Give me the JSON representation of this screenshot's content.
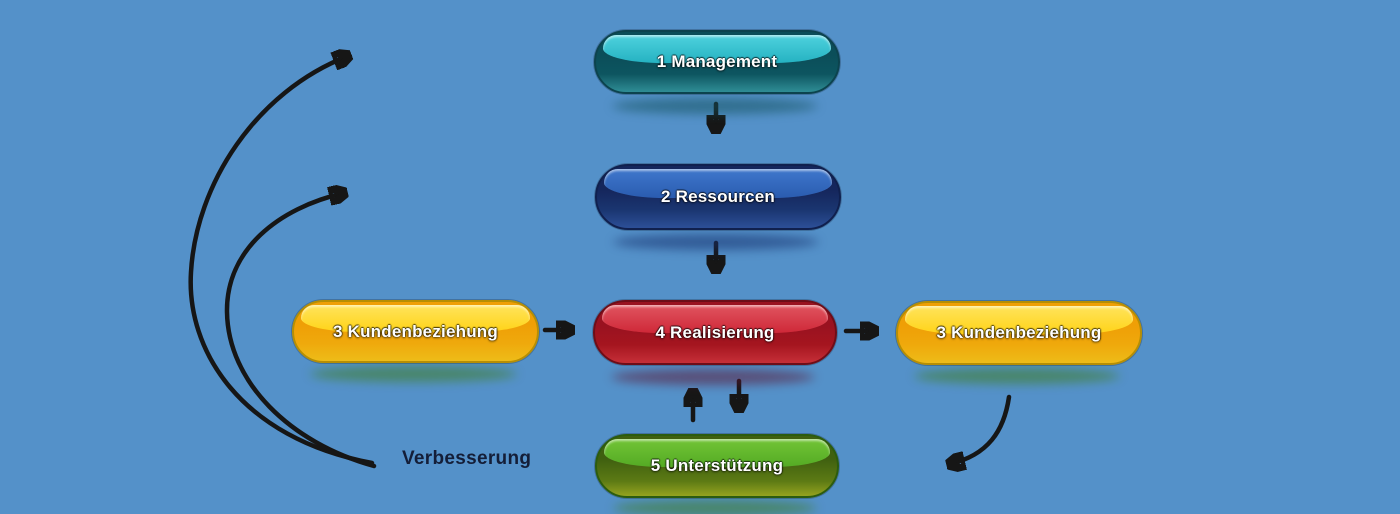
{
  "diagram": {
    "background_color": "#5491C9",
    "arrow_color": "#161616",
    "node_text_color": "#FFFFFF",
    "loop_label": "Verbesserung",
    "loop_label_color": "#141E38",
    "nodes": [
      {
        "id": "management",
        "label": "1 Management",
        "color": "#1FA9BC"
      },
      {
        "id": "ressourcen",
        "label": "2 Ressourcen",
        "color": "#24459B"
      },
      {
        "id": "kundenbeziehung_left",
        "label": "3 Kundenbeziehung",
        "color": "#FFC913"
      },
      {
        "id": "realisierung",
        "label": "4 Realisierung",
        "color": "#C1202E"
      },
      {
        "id": "kundenbeziehung_right",
        "label": "3 Kundenbeziehung",
        "color": "#FFC913"
      },
      {
        "id": "unterstuetzung",
        "label": "5 Unterstützung",
        "color": "#5FB02A"
      }
    ],
    "edges": [
      {
        "from": "management",
        "to": "ressourcen",
        "style": "straight-down"
      },
      {
        "from": "ressourcen",
        "to": "realisierung",
        "style": "straight-down"
      },
      {
        "from": "kundenbeziehung_left",
        "to": "realisierung",
        "style": "straight-right"
      },
      {
        "from": "realisierung",
        "to": "kundenbeziehung_right",
        "style": "straight-right"
      },
      {
        "from": "unterstuetzung",
        "to": "realisierung",
        "style": "straight-up"
      },
      {
        "from": "realisierung",
        "to": "unterstuetzung",
        "style": "straight-down"
      },
      {
        "from": "verbesserung",
        "to": "management",
        "style": "curved-left-outer"
      },
      {
        "from": "verbesserung",
        "to": "ressourcen",
        "style": "curved-left-inner"
      },
      {
        "from": "kundenbeziehung_right",
        "to": "verbesserung",
        "style": "curved-down-left"
      }
    ]
  }
}
